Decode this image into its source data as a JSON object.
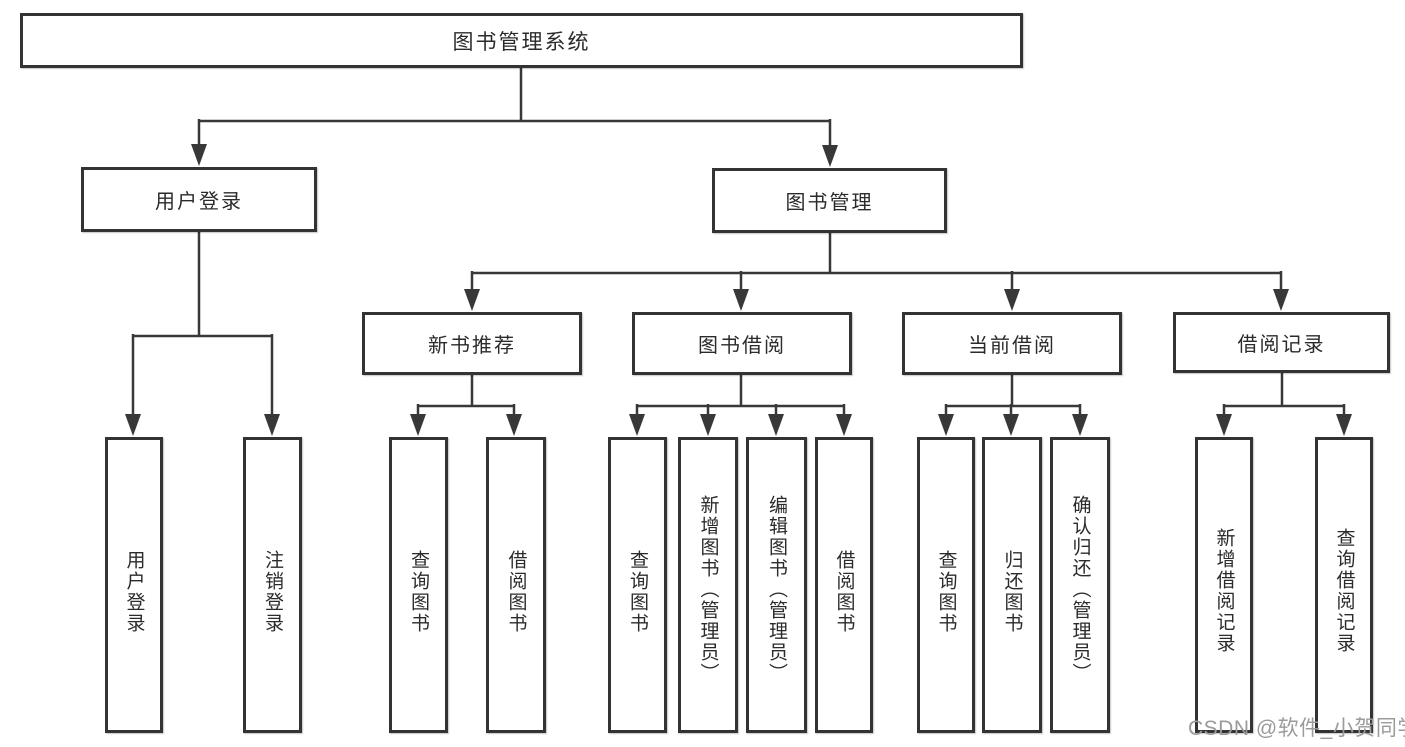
{
  "diagram": {
    "root_label": "图书管理系统",
    "branches": [
      {
        "label": "用户登录",
        "children": [
          "用户登录",
          "注销登录"
        ]
      },
      {
        "label": "图书管理",
        "groups": [
          {
            "label": "新书推荐",
            "children": [
              "查询图书",
              "借阅图书"
            ]
          },
          {
            "label": "图书借阅",
            "children": [
              "查询图书",
              "新增图书（管理员）",
              "编辑图书（管理员）",
              "借阅图书"
            ]
          },
          {
            "label": "当前借阅",
            "children": [
              "查询图书",
              "归还图书",
              "确认归还（管理员）"
            ]
          },
          {
            "label": "借阅记录",
            "children": [
              "新增借阅记录",
              "查询借阅记录"
            ]
          }
        ]
      }
    ]
  },
  "watermark": "CSDN @软件_小贺同学",
  "colors": {
    "line": "#383838",
    "box_border": "#333333",
    "box_fill": "#ffffff",
    "text": "#2b2b2b",
    "watermark": "#9b9b9d"
  }
}
